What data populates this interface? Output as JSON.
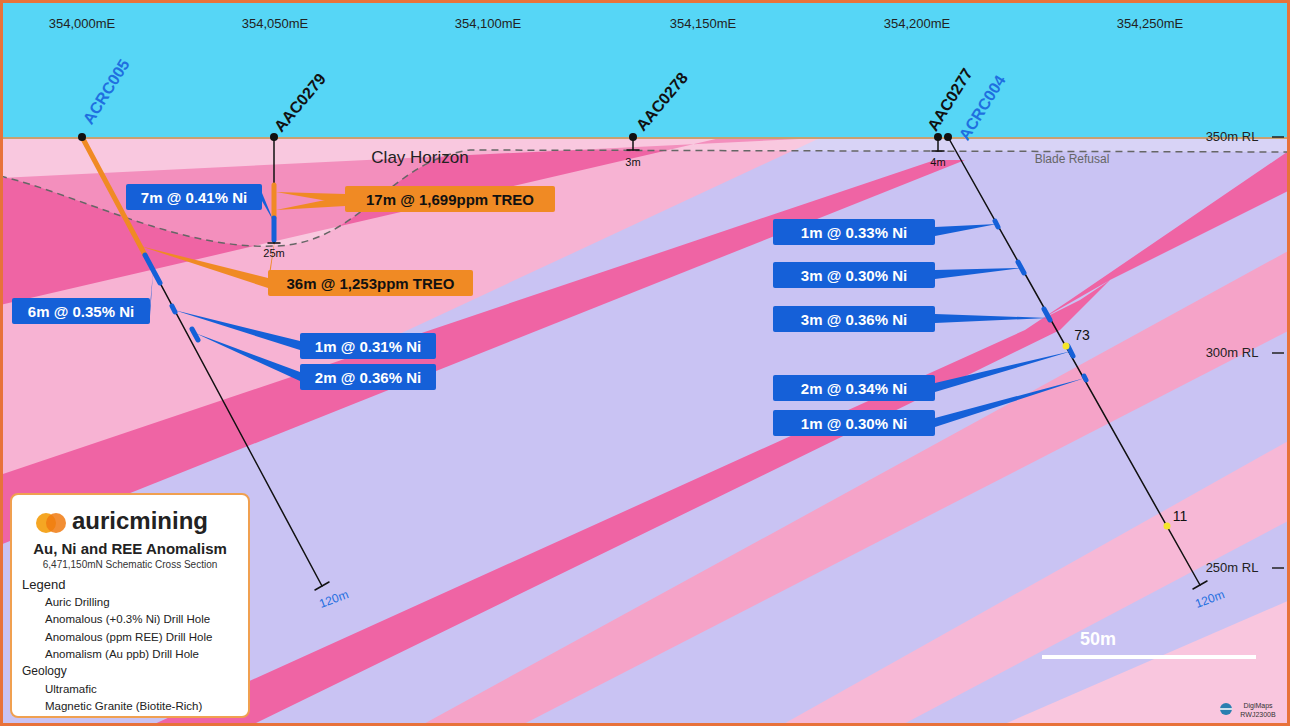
{
  "diagram": {
    "title": "Au, Ni and REE Anomalism",
    "caption": "6,471,150mN Schematic Cross Section",
    "nodes": [
      {
        "text": [
          "7m @ 0.41% Ni"
        ]
      },
      {
        "text": [
          "17m @ 1,699ppm TREO"
        ]
      },
      {
        "text": [
          "36m @ 1,253ppm TREO"
        ]
      },
      {
        "text": [
          "6m @ 0.35% Ni"
        ]
      },
      {
        "text": [
          "1m @ 0.31% Ni"
        ]
      },
      {
        "text": [
          "2m @ 0.36% Ni"
        ]
      },
      {
        "text": [
          "1m @ 0.33% Ni"
        ]
      },
      {
        "text": [
          "3m @ 0.30% Ni"
        ]
      },
      {
        "text": [
          "3m @ 0.36% Ni"
        ]
      },
      {
        "text": [
          "2m @ 0.34% Ni"
        ]
      },
      {
        "text": [
          "1m @ 0.30% Ni"
        ]
      }
    ],
    "labels": [
      "354,000mE",
      "354,050mE",
      "354,100mE",
      "354,150mE",
      "354,200mE",
      "354,250mE",
      "350m RL",
      "300m RL",
      "250m RL",
      "ACRC005",
      "AAC0279",
      "AAC0278",
      "AAC0277",
      "ACRC004",
      "25m",
      "3m",
      "4m",
      "120m",
      "120m",
      "Clay Horizon",
      "Blade Refusal",
      "73",
      "11",
      "50m",
      "auricmining",
      "Legend",
      "Geology",
      "DigiMaps",
      "RWJ2300B"
    ],
    "legend": [
      {
        "text": "Auric Drilling"
      },
      {
        "text": "Anomalous (+0.3% Ni) Drill Hole"
      },
      {
        "text": "Anomalous (ppm REE) Drill Hole"
      },
      {
        "text": "Anomalism (Au ppb) Drill Hole"
      },
      {
        "text": "Ultramafic",
        "color": "#c9c3f3"
      },
      {
        "text": "Magnetic Granite (Biotite-Rich)",
        "color": "#ef64a4"
      }
    ]
  }
}
